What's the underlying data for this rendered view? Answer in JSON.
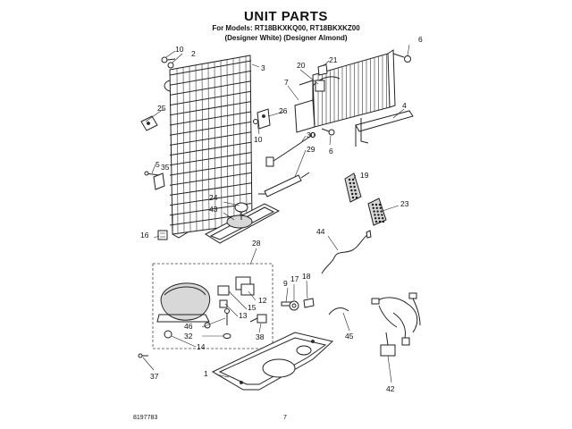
{
  "header": {
    "title": "UNIT PARTS",
    "models": "For Models: RT18BKXKQ00, RT18BKXKZ00",
    "variants": "(Designer White)   (Designer Almond)"
  },
  "footer": {
    "doc_number": "8197783",
    "page_number": "7"
  },
  "callouts": {
    "c1": "1",
    "c2": "2",
    "c3": "3",
    "c4": "4",
    "c5": "5",
    "c6a": "6",
    "c6b": "6",
    "c7": "7",
    "c9": "9",
    "c10a": "10",
    "c10b": "10",
    "c12": "12",
    "c13": "13",
    "c14": "14",
    "c15": "15",
    "c16": "16",
    "c17": "17",
    "c18": "18",
    "c19": "19",
    "c20": "20",
    "c21": "21",
    "c23": "23",
    "c24": "24",
    "c25": "25",
    "c26": "26",
    "c28": "28",
    "c29": "29",
    "c30": "30",
    "c32": "32",
    "c35": "35",
    "c37": "37",
    "c38": "38",
    "c42": "42",
    "c43": "43",
    "c44": "44",
    "c45": "45",
    "c46": "46"
  }
}
